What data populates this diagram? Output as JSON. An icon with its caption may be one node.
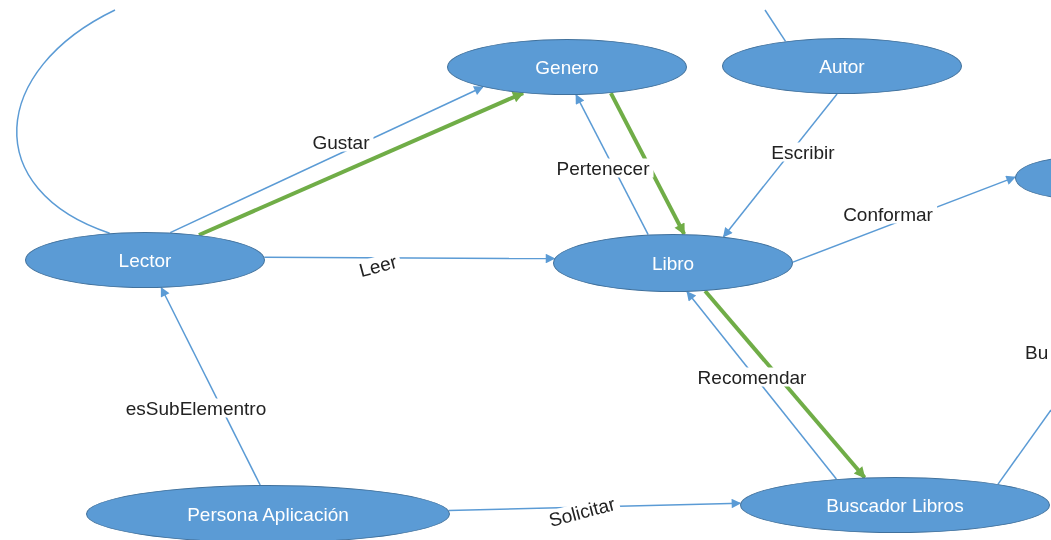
{
  "diagram": {
    "nodes": [
      {
        "text": [
          "Genero"
        ]
      },
      {
        "text": [
          "Autor"
        ]
      },
      {
        "text": [],
        "shape": "ellipse"
      },
      {
        "text": [
          "Lector"
        ]
      },
      {
        "text": [
          "Libro"
        ]
      },
      {
        "text": [
          "Persona Aplicación"
        ]
      },
      {
        "text": [
          "Buscador Libros"
        ]
      }
    ],
    "edges": [
      {
        "from": 3,
        "to": 0,
        "label": "Gustar",
        "arrow": "to"
      },
      {
        "from": 3,
        "to": 0,
        "arrow": "to",
        "style": "thick",
        "color": "#70ad47"
      },
      {
        "from": 3,
        "to": 4,
        "label": "Leer",
        "arrow": "to"
      },
      {
        "from": 4,
        "to": 0,
        "label": "Pertenecer",
        "arrow": "to"
      },
      {
        "from": 0,
        "to": 4,
        "arrow": "to",
        "style": "thick",
        "color": "#70ad47"
      },
      {
        "from": 1,
        "to": 4,
        "label": "Escribir",
        "arrow": "to"
      },
      {
        "from": 4,
        "to": 2,
        "label": "Conformar",
        "arrow": "to"
      },
      {
        "from": 6,
        "to": 4,
        "label": "Recomendar",
        "arrow": "to"
      },
      {
        "from": 4,
        "to": 6,
        "arrow": "to",
        "style": "thick",
        "color": "#70ad47"
      },
      {
        "from": 5,
        "to": 3,
        "label": "esSubElementro",
        "arrow": "to"
      },
      {
        "from": 5,
        "to": 6,
        "label": "Solicitar",
        "arrow": "to"
      },
      {
        "from": 6,
        "to": null,
        "label": "Bu",
        "arrow": "none"
      },
      {
        "from": 3,
        "to": null,
        "arrow": "none"
      },
      {
        "from": null,
        "to": 1,
        "arrow": "none"
      }
    ]
  }
}
